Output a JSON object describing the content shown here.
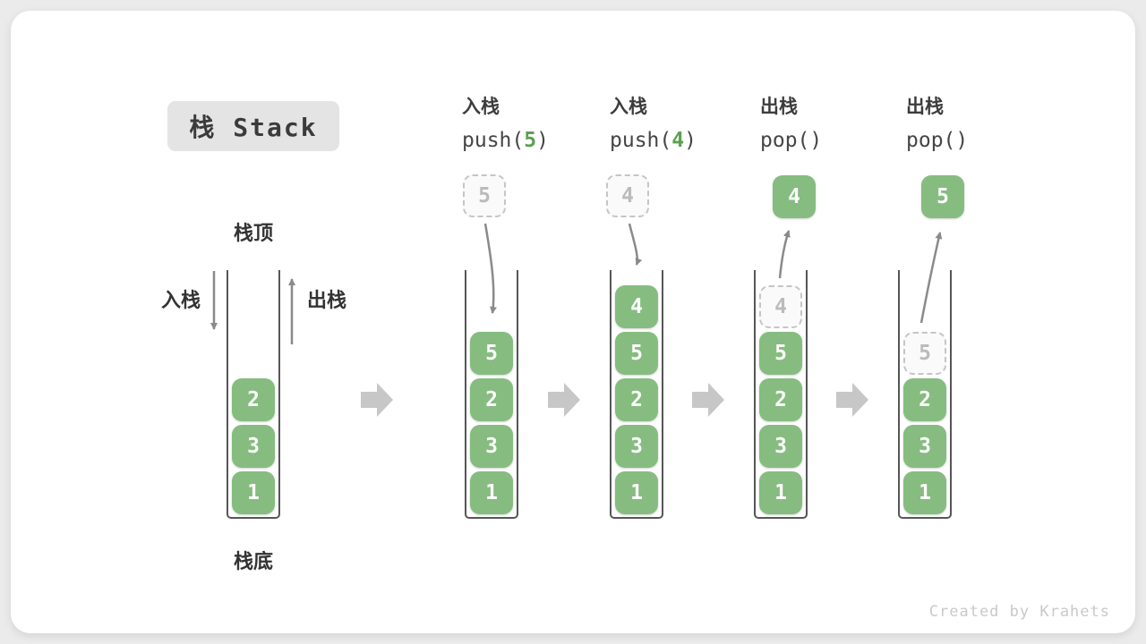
{
  "title": {
    "label": "栈 Stack"
  },
  "watermark": "Created by Krahets",
  "colors": {
    "block_green": "#86bc80",
    "code_arg_green": "#5ba052",
    "ghost_border": "#c5c5c5",
    "ghost_text": "#bbbbbb",
    "flow_arrow_gray": "#c7c7c7",
    "line_arrow_gray": "#8a8a8a",
    "title_box_bg": "#e4e4e4",
    "text_dark": "#3c3c3c"
  },
  "left_panel": {
    "top_label": "栈顶",
    "bottom_label": "栈底",
    "push_label": "入栈",
    "pop_label": "出栈",
    "stack": [
      "2",
      "3",
      "1"
    ]
  },
  "columns": [
    {
      "op": "入栈",
      "code_pre": "push(",
      "code_arg": "5",
      "code_post": ")",
      "floating": "5",
      "floating_variant": "ghost",
      "cells": [
        "5",
        "2",
        "3",
        "1"
      ]
    },
    {
      "op": "入栈",
      "code_pre": "push(",
      "code_arg": "4",
      "code_post": ")",
      "floating": "4",
      "floating_variant": "ghost",
      "cells": [
        "4",
        "5",
        "2",
        "3",
        "1"
      ]
    },
    {
      "op": "出栈",
      "code_pre": "pop(",
      "code_arg": "",
      "code_post": ")",
      "floating": "4",
      "floating_variant": "solid",
      "cells": [
        "4",
        "5",
        "2",
        "3",
        "1"
      ],
      "ghost_cell_index": 0
    },
    {
      "op": "出栈",
      "code_pre": "pop(",
      "code_arg": "",
      "code_post": ")",
      "floating": "5",
      "floating_variant": "solid",
      "cells": [
        "5",
        "2",
        "3",
        "1"
      ],
      "ghost_cell_index": 0
    }
  ]
}
